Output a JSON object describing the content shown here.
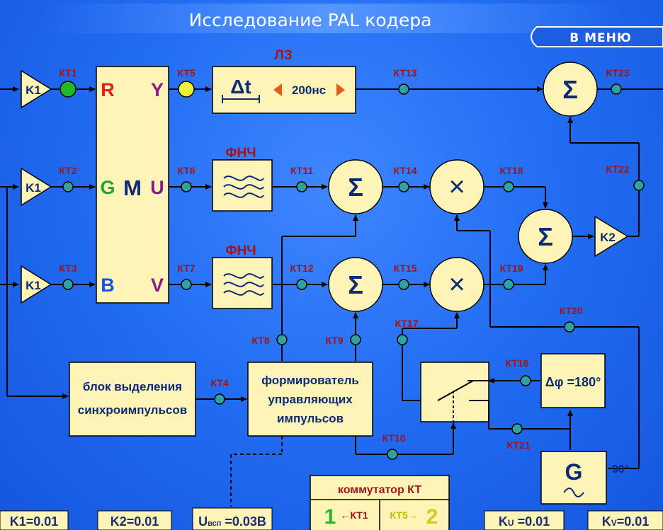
{
  "title": "Исследование PAL кодера",
  "menu_button": "В МЕНЮ",
  "blocks": {
    "delay_label": "ЛЗ",
    "delay_symbol": "Δt",
    "delay_value": "200нс",
    "lpf1_label": "ФНЧ",
    "lpf2_label": "ФНЧ",
    "matrix_m": "M",
    "matrix_r": "R",
    "matrix_g": "G",
    "matrix_b": "B",
    "matrix_y": "Y",
    "matrix_u": "U",
    "matrix_v": "V",
    "sync_line1": "блок выделения",
    "sync_line2": "синхроимпульсов",
    "former_line1": "формирователь",
    "former_line2": "управляющих",
    "former_line3": "импульсов",
    "phase": "Δφ =180°",
    "generator": "G",
    "deg90": "90°",
    "sum": "Σ",
    "mul": "×"
  },
  "amplifiers": {
    "k1": "K1",
    "k2": "K2"
  },
  "test_points": {
    "kt1": "КТ1",
    "kt2": "КТ2",
    "kt3": "КТ3",
    "kt4": "КТ4",
    "kt5": "КТ5",
    "kt6": "КТ6",
    "kt7": "КТ7",
    "kt8": "КТ8",
    "kt9": "КТ9",
    "kt10": "КТ10",
    "kt11": "КТ11",
    "kt12": "КТ12",
    "kt13": "КТ13",
    "kt14": "КТ14",
    "kt15": "КТ15",
    "kt16": "КТ16",
    "kt17": "КТ17",
    "kt18": "КТ18",
    "kt19": "КТ19",
    "kt20": "КТ20",
    "kt21": "КТ21",
    "kt22": "КТ22",
    "kt23": "КТ23"
  },
  "switch_panel": {
    "title": "коммутатор КТ",
    "left_num": "1",
    "left_kt": "←КТ1",
    "right_kt": "КТ5→",
    "right_num": "2"
  },
  "values": {
    "k1": "K1=0.01",
    "k2": "K2=0.01",
    "u_prefix": "U",
    "u_sub": "всп",
    "u_value": " =0.03В",
    "ku_prefix": "K",
    "ku_sub": "U",
    "ku_value": " =0.01",
    "kv_prefix": "K",
    "kv_sub": "V",
    "kv_value": "=0.01"
  },
  "colors": {
    "block_fill": "#fff4b8",
    "node_teal": "#2fa3a3",
    "node_green": "#22b826",
    "node_yellow": "#f0f038",
    "label_red": "#a0141e",
    "text_navy": "#0c2a77",
    "r": "#e02020",
    "g": "#20a828",
    "b": "#1a50e0",
    "yuv": "#8a1a8a",
    "arrow_orange": "#e85a10"
  }
}
